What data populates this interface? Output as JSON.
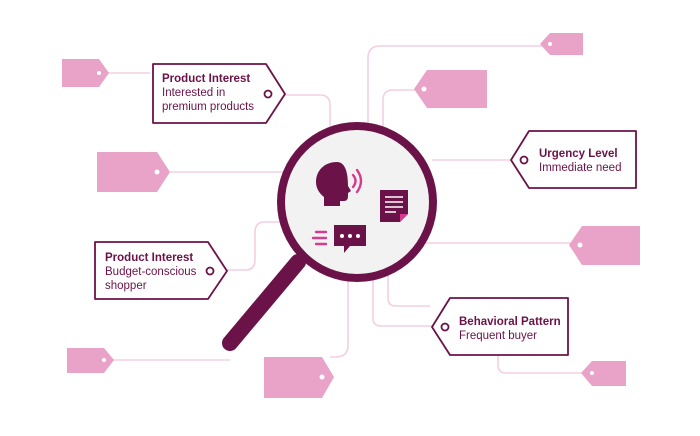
{
  "colors": {
    "primary": "#6b1248",
    "tag_pink": "#eaa3c8",
    "line_pink": "#f4cfe0",
    "lens_fill": "#f2f2f2",
    "accent_magenta": "#d63b8f"
  },
  "labels": {
    "product_interest_premium": {
      "title": "Product Interest",
      "lines": [
        "Interested in",
        "premium products"
      ]
    },
    "urgency_level": {
      "title": "Urgency Level",
      "lines": [
        "Immediate need"
      ]
    },
    "product_interest_budget": {
      "title": "Product Interest",
      "lines": [
        "Budget-conscious",
        "shopper"
      ]
    },
    "behavioral_pattern": {
      "title": "Behavioral Pattern",
      "lines": [
        "Frequent buyer"
      ]
    }
  },
  "icons": {
    "speaker": "speaking-head-icon",
    "document": "document-icon",
    "chat": "chat-bubble-icon",
    "magnifier": "magnifying-glass-icon"
  }
}
